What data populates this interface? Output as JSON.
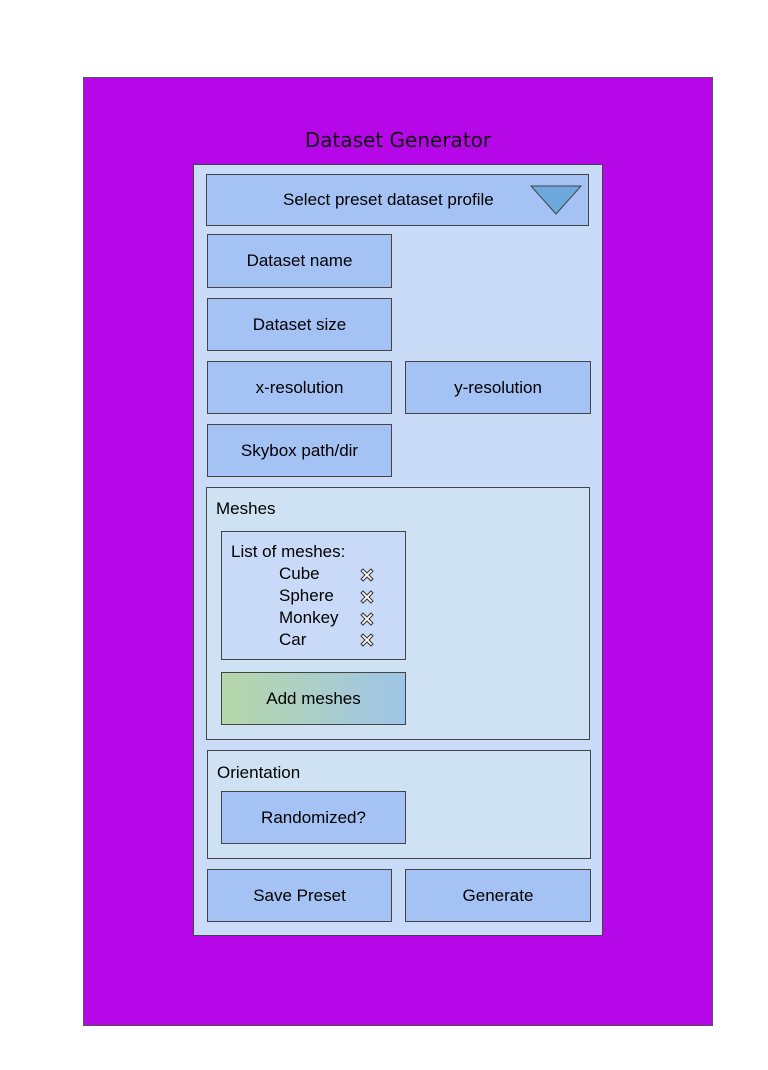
{
  "title": "Dataset Generator",
  "preset_select": {
    "label": "Select preset dataset profile"
  },
  "fields": {
    "dataset_name": "Dataset name",
    "dataset_size": "Dataset size",
    "x_resolution": "x-resolution",
    "y_resolution": "y-resolution",
    "skybox": "Skybox path/dir"
  },
  "meshes": {
    "label": "Meshes",
    "list_label": "List of meshes:",
    "items": [
      "Cube",
      "Sphere",
      "Monkey",
      "Car"
    ],
    "remove_icon": "close-icon",
    "add_label": "Add meshes"
  },
  "orientation": {
    "label": "Orientation",
    "randomized_label": "Randomized?"
  },
  "actions": {
    "save_label": "Save Preset",
    "generate_label": "Generate"
  },
  "colors": {
    "background": "#b507e8",
    "panel": "#c9dbf7",
    "control": "#a4c2f4",
    "group": "#cfe2f3",
    "dropdown_arrow": "#6fa8dc"
  }
}
